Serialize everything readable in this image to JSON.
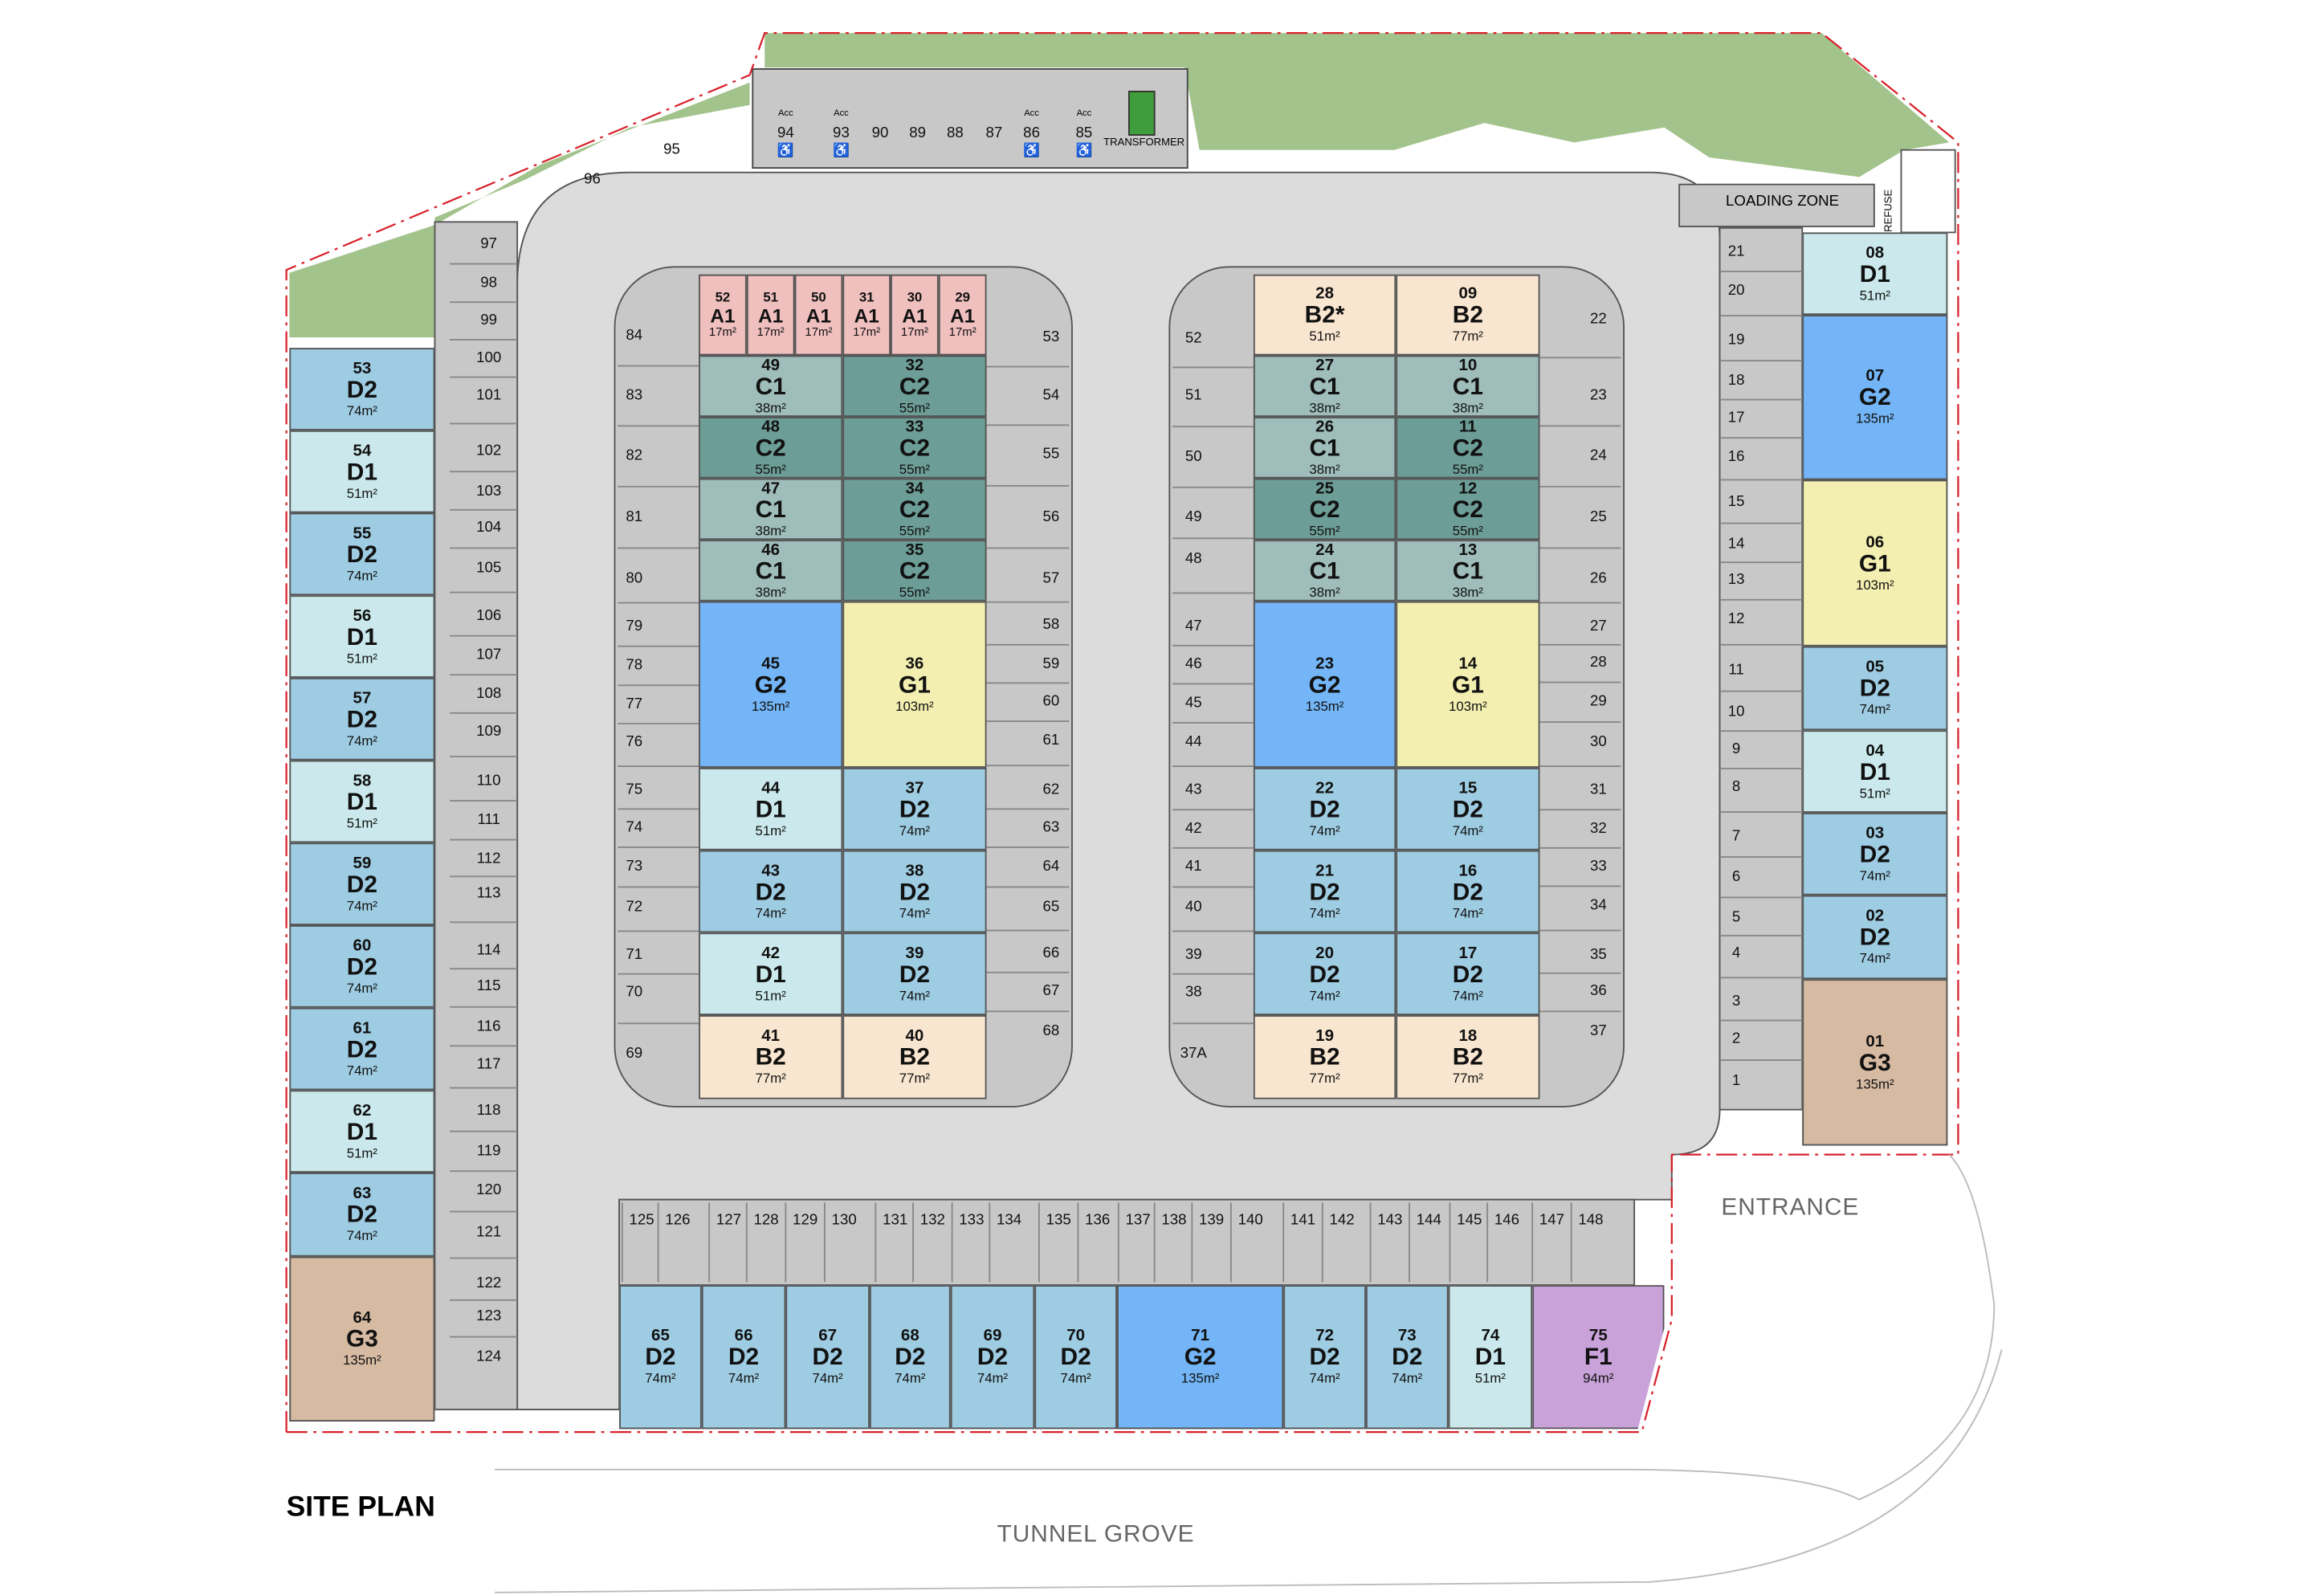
{
  "title": "SITE PLAN",
  "street": "TUNNEL GROVE",
  "entrance": "ENTRANCE",
  "loading_zone": "LOADING ZONE",
  "refuse": "REFUSE",
  "transformer": "TRANSFORMER",
  "accessible_label": "Acc",
  "colors": {
    "A1": "#efc0be",
    "B2": "#f9e6d0",
    "C1": "#9fbdba",
    "C2": "#6d9d97",
    "D1": "#cbe9ec",
    "D2": "#9ecce2",
    "G1": "#f3efb0",
    "G2": "#73b5f6",
    "G3": "#d6baa2",
    "F1": "#c8a2d8",
    "landscape": "#a3c38c",
    "road": "#dcdcdc",
    "parking": "#c8c8c8",
    "boundary": "#d8202a"
  },
  "units": [
    {
      "id": "53",
      "type": "D2",
      "area": "74m²"
    },
    {
      "id": "54",
      "type": "D1",
      "area": "51m²"
    },
    {
      "id": "55",
      "type": "D2",
      "area": "74m²"
    },
    {
      "id": "56",
      "type": "D1",
      "area": "51m²"
    },
    {
      "id": "57",
      "type": "D2",
      "area": "74m²"
    },
    {
      "id": "58",
      "type": "D1",
      "area": "51m²"
    },
    {
      "id": "59",
      "type": "D2",
      "area": "74m²"
    },
    {
      "id": "60",
      "type": "D2",
      "area": "74m²"
    },
    {
      "id": "61",
      "type": "D2",
      "area": "74m²"
    },
    {
      "id": "62",
      "type": "D1",
      "area": "51m²"
    },
    {
      "id": "63",
      "type": "D2",
      "area": "74m²"
    },
    {
      "id": "64",
      "type": "G3",
      "area": "135m²"
    },
    {
      "id": "52",
      "type": "A1",
      "area": "17m²"
    },
    {
      "id": "51",
      "type": "A1",
      "area": "17m²"
    },
    {
      "id": "50",
      "type": "A1",
      "area": "17m²"
    },
    {
      "id": "31",
      "type": "A1",
      "area": "17m²"
    },
    {
      "id": "30",
      "type": "A1",
      "area": "17m²"
    },
    {
      "id": "29",
      "type": "A1",
      "area": "17m²"
    },
    {
      "id": "49",
      "type": "C1",
      "area": "38m²"
    },
    {
      "id": "32",
      "type": "C2",
      "area": "55m²"
    },
    {
      "id": "48",
      "type": "C2",
      "area": "55m²"
    },
    {
      "id": "33",
      "type": "C2",
      "area": "55m²"
    },
    {
      "id": "47",
      "type": "C1",
      "area": "38m²"
    },
    {
      "id": "34",
      "type": "C2",
      "area": "55m²"
    },
    {
      "id": "46",
      "type": "C1",
      "area": "38m²"
    },
    {
      "id": "35",
      "type": "C2",
      "area": "55m²"
    },
    {
      "id": "45",
      "type": "G2",
      "area": "135m²"
    },
    {
      "id": "36",
      "type": "G1",
      "area": "103m²"
    },
    {
      "id": "44",
      "type": "D1",
      "area": "51m²"
    },
    {
      "id": "37",
      "type": "D2",
      "area": "74m²"
    },
    {
      "id": "43",
      "type": "D2",
      "area": "74m²"
    },
    {
      "id": "38",
      "type": "D2",
      "area": "74m²"
    },
    {
      "id": "42",
      "type": "D1",
      "area": "51m²"
    },
    {
      "id": "39",
      "type": "D2",
      "area": "74m²"
    },
    {
      "id": "41",
      "type": "B2",
      "area": "77m²"
    },
    {
      "id": "40",
      "type": "B2",
      "area": "77m²"
    },
    {
      "id": "28",
      "type": "B2*",
      "area": "51m²"
    },
    {
      "id": "09",
      "type": "B2",
      "area": "77m²"
    },
    {
      "id": "27",
      "type": "C1",
      "area": "38m²"
    },
    {
      "id": "10",
      "type": "C1",
      "area": "38m²"
    },
    {
      "id": "26",
      "type": "C1",
      "area": "38m²"
    },
    {
      "id": "11",
      "type": "C2",
      "area": "55m²"
    },
    {
      "id": "25",
      "type": "C2",
      "area": "55m²"
    },
    {
      "id": "12",
      "type": "C2",
      "area": "55m²"
    },
    {
      "id": "24",
      "type": "C1",
      "area": "38m²"
    },
    {
      "id": "13",
      "type": "C1",
      "area": "38m²"
    },
    {
      "id": "23",
      "type": "G2",
      "area": "135m²"
    },
    {
      "id": "14",
      "type": "G1",
      "area": "103m²"
    },
    {
      "id": "22",
      "type": "D2",
      "area": "74m²"
    },
    {
      "id": "15",
      "type": "D2",
      "area": "74m²"
    },
    {
      "id": "21",
      "type": "D2",
      "area": "74m²"
    },
    {
      "id": "16",
      "type": "D2",
      "area": "74m²"
    },
    {
      "id": "20",
      "type": "D2",
      "area": "74m²"
    },
    {
      "id": "17",
      "type": "D2",
      "area": "74m²"
    },
    {
      "id": "19",
      "type": "B2",
      "area": "77m²"
    },
    {
      "id": "18",
      "type": "B2",
      "area": "77m²"
    },
    {
      "id": "08",
      "type": "D1",
      "area": "51m²"
    },
    {
      "id": "07",
      "type": "G2",
      "area": "135m²"
    },
    {
      "id": "06",
      "type": "G1",
      "area": "103m²"
    },
    {
      "id": "05",
      "type": "D2",
      "area": "74m²"
    },
    {
      "id": "04",
      "type": "D1",
      "area": "51m²"
    },
    {
      "id": "03",
      "type": "D2",
      "area": "74m²"
    },
    {
      "id": "02",
      "type": "D2",
      "area": "74m²"
    },
    {
      "id": "01",
      "type": "G3",
      "area": "135m²"
    },
    {
      "id": "65",
      "type": "D2",
      "area": "74m²"
    },
    {
      "id": "66",
      "type": "D2",
      "area": "74m²"
    },
    {
      "id": "67",
      "type": "D2",
      "area": "74m²"
    },
    {
      "id": "68",
      "type": "D2",
      "area": "74m²"
    },
    {
      "id": "69",
      "type": "D2",
      "area": "74m²"
    },
    {
      "id": "70",
      "type": "D2",
      "area": "74m²"
    },
    {
      "id": "71",
      "type": "G2",
      "area": "135m²"
    },
    {
      "id": "72",
      "type": "D2",
      "area": "74m²"
    },
    {
      "id": "73",
      "type": "D2",
      "area": "74m²"
    },
    {
      "id": "74",
      "type": "D1",
      "area": "51m²"
    },
    {
      "id": "75",
      "type": "F1",
      "area": "94m²"
    }
  ],
  "parking": {
    "top": [
      "94",
      "93",
      "90",
      "89",
      "88",
      "87",
      "86",
      "85"
    ],
    "top_accessible": [
      "94",
      "93",
      "86",
      "85"
    ],
    "curve": [
      "95",
      "96"
    ],
    "left_outer": [
      "97",
      "98",
      "99",
      "100",
      "101",
      "102",
      "103",
      "104",
      "105",
      "106",
      "107",
      "108",
      "109",
      "110",
      "111",
      "112",
      "113",
      "114",
      "115",
      "116",
      "117",
      "118",
      "119",
      "120",
      "121",
      "122",
      "123",
      "124"
    ],
    "block_a_left": [
      "84",
      "83",
      "82",
      "81",
      "80",
      "79",
      "78",
      "77",
      "76",
      "75",
      "74",
      "73",
      "72",
      "71",
      "70",
      "69"
    ],
    "block_a_right": [
      "53",
      "54",
      "55",
      "56",
      "57",
      "58",
      "59",
      "60",
      "61",
      "62",
      "63",
      "64",
      "65",
      "66",
      "67",
      "68"
    ],
    "block_b_left": [
      "52",
      "51",
      "50",
      "49",
      "48",
      "47",
      "46",
      "45",
      "44",
      "43",
      "42",
      "41",
      "40",
      "39",
      "38",
      "37A"
    ],
    "block_b_right": [
      "22",
      "23",
      "24",
      "25",
      "26",
      "27",
      "28",
      "29",
      "30",
      "31",
      "32",
      "33",
      "34",
      "35",
      "36",
      "37"
    ],
    "right_outer": [
      "21",
      "20",
      "19",
      "18",
      "17",
      "16",
      "15",
      "14",
      "13",
      "12",
      "11",
      "10",
      "9",
      "8",
      "7",
      "6",
      "5",
      "4",
      "3",
      "2",
      "1"
    ],
    "bottom": [
      "125",
      "126",
      "127",
      "128",
      "129",
      "130",
      "131",
      "132",
      "133",
      "134",
      "135",
      "136",
      "137",
      "138",
      "139",
      "140",
      "141",
      "142",
      "143",
      "144",
      "145",
      "146",
      "147",
      "148"
    ]
  }
}
